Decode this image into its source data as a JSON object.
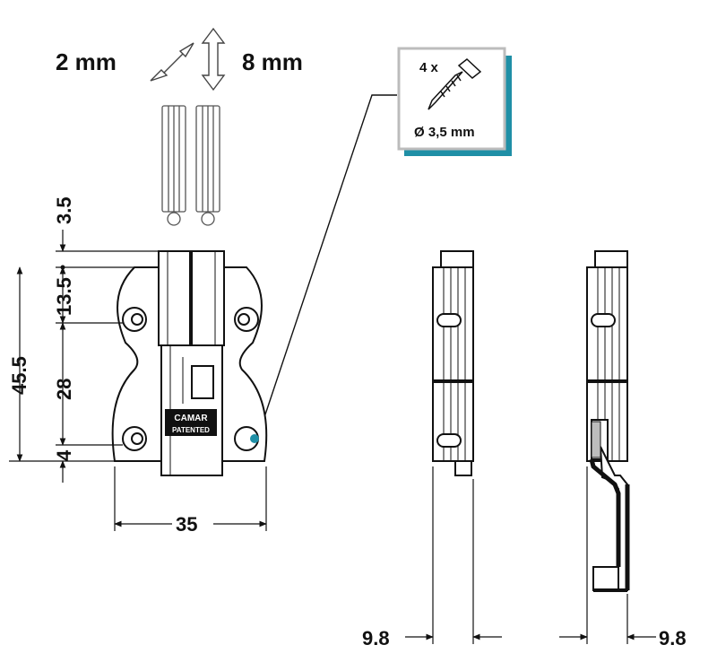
{
  "adjust": {
    "horizontal": "2 mm",
    "vertical": "8 mm"
  },
  "screw_box": {
    "count": "4 x",
    "diameter": "Ø 3,5 mm"
  },
  "brand": {
    "line1": "CAMAR",
    "line2": "PATENTED"
  },
  "dims": {
    "d1": "3.5",
    "d2": "13.5",
    "d3": "45.5",
    "d4": "28",
    "d5": "4",
    "width": "35",
    "side_left": "9.8",
    "side_right": "9.8"
  },
  "colors": {
    "line": "#111111",
    "accent": "#1f8fa6",
    "box_border": "#bcbcbc"
  }
}
